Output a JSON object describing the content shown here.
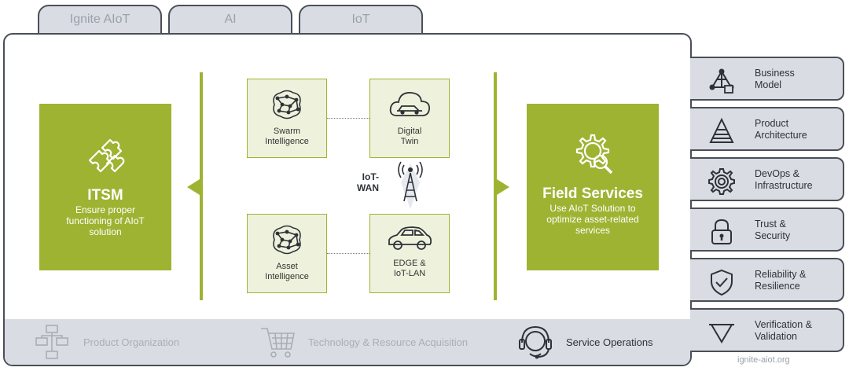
{
  "tabs": [
    "Ignite AIoT",
    "AI",
    "IoT"
  ],
  "left_box": {
    "title": "ITSM",
    "lines": [
      "Ensure proper",
      "functioning of AIoT",
      "solution"
    ],
    "icon": "puzzle-icon"
  },
  "right_box": {
    "title": "Field Services",
    "lines": [
      "Use AIoT Solution to",
      "optimize asset-related",
      "services"
    ],
    "icon": "gear-search-icon"
  },
  "nodes": {
    "swarm": {
      "lines": [
        "Swarm",
        "Intelligence"
      ],
      "icon": "network-brain-icon"
    },
    "twin": {
      "lines": [
        "Digital",
        "Twin"
      ],
      "icon": "cloud-car-icon"
    },
    "asset": {
      "lines": [
        "Asset",
        "Intelligence"
      ],
      "icon": "network-brain-icon"
    },
    "edge": {
      "lines": [
        "EDGE &",
        "IoT-LAN"
      ],
      "icon": "car-icon"
    }
  },
  "iot_wan": {
    "lines": [
      "IoT-",
      "WAN"
    ],
    "icon": "antenna-tower-icon"
  },
  "bottom_bar": [
    {
      "label": "Product Organization",
      "icon": "org-chart-icon",
      "active": false
    },
    {
      "label": "Technology & Resource Acquisition",
      "icon": "shopping-cart-icon",
      "active": false
    },
    {
      "label": "Service Operations",
      "icon": "headset-icon",
      "active": true
    }
  ],
  "side_items": [
    {
      "lines": [
        "Business",
        "Model"
      ],
      "icon": "business-model-icon"
    },
    {
      "lines": [
        "Product",
        "Architecture"
      ],
      "icon": "pyramid-icon"
    },
    {
      "lines": [
        "DevOps &",
        "Infrastructure"
      ],
      "icon": "gear-icon"
    },
    {
      "lines": [
        "Trust &",
        "Security"
      ],
      "icon": "lock-icon"
    },
    {
      "lines": [
        "Reliability &",
        "Resilience"
      ],
      "icon": "shield-check-icon"
    },
    {
      "lines": [
        "Verification &",
        "Validation"
      ],
      "icon": "down-triangle-icon"
    }
  ],
  "footer": "ignite-aiot.org",
  "colors": {
    "accent": "#9eb332",
    "panel": "#d9dde3",
    "border": "#4a4f57"
  }
}
